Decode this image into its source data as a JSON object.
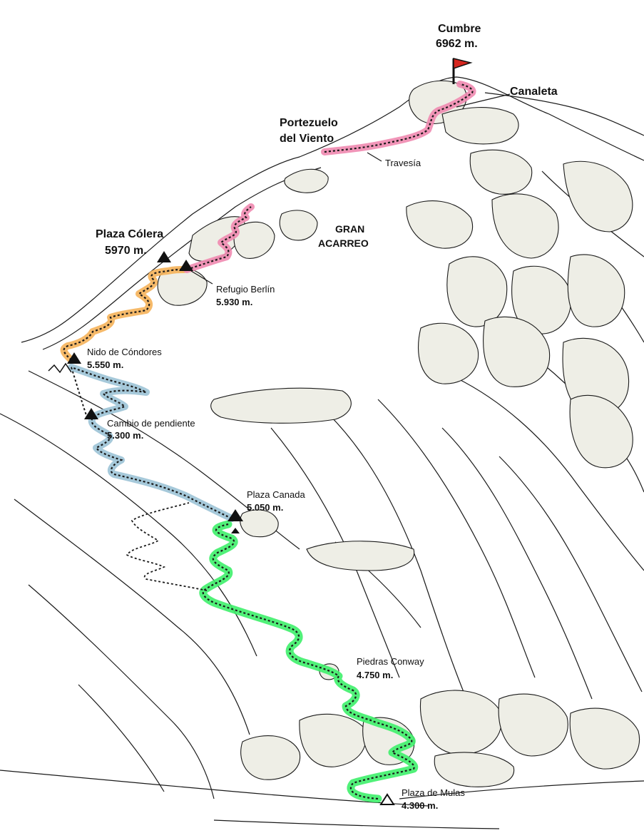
{
  "colors": {
    "green_segment": "#3ef06a",
    "blue_segment": "#9cc3d6",
    "orange_segment": "#f5b25a",
    "pink_segment": "#f08ab0",
    "rock_fill": "#eeeee6",
    "line": "#1a1a1a",
    "flag": "#d6261f"
  },
  "labels": {
    "summit_name": "Cumbre",
    "summit_alt": "6962 m.",
    "canaleta": "Canaleta",
    "portezuelo_1": "Portezuelo",
    "portezuelo_2": "del Viento",
    "travesia": "Travesía",
    "gran_1": "GRAN",
    "gran_2": "ACARREO",
    "colera_name": "Plaza Cólera",
    "colera_alt": "5970 m.",
    "berlin_name": "Refugio Berlín",
    "berlin_alt": "5.930 m.",
    "nido_name": "Nido de Cóndores",
    "nido_alt": "5.550 m.",
    "cambio_name": "Cambio de pendiente",
    "cambio_alt": "5.300 m.",
    "canada_name": "Plaza Canada",
    "canada_alt": "5.050 m.",
    "conway_name": "Piedras Conway",
    "conway_alt": "4.750 m.",
    "mulas_name": "Plaza de Mulas",
    "mulas_alt": "4.300 m."
  },
  "icons": {
    "camp": "filled-triangle",
    "base_camp": "outline-triangle",
    "summit": "flag"
  }
}
